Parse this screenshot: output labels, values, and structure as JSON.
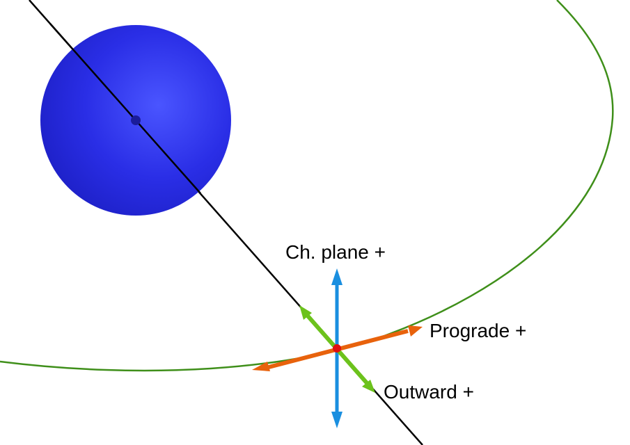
{
  "labels": {
    "normal": "Ch. plane +",
    "prograde": "Prograde +",
    "radial": "Outward +"
  },
  "colors": {
    "planet": "#2a2ee6",
    "planet_core": "#1a1c9a",
    "orbit": "#3f8f1a",
    "radial_line": "#000000",
    "normal_vector": "#1a8fe0",
    "prograde_vector": "#e8620c",
    "radial_vector": "#6cc21c",
    "craft": "#e01010"
  }
}
